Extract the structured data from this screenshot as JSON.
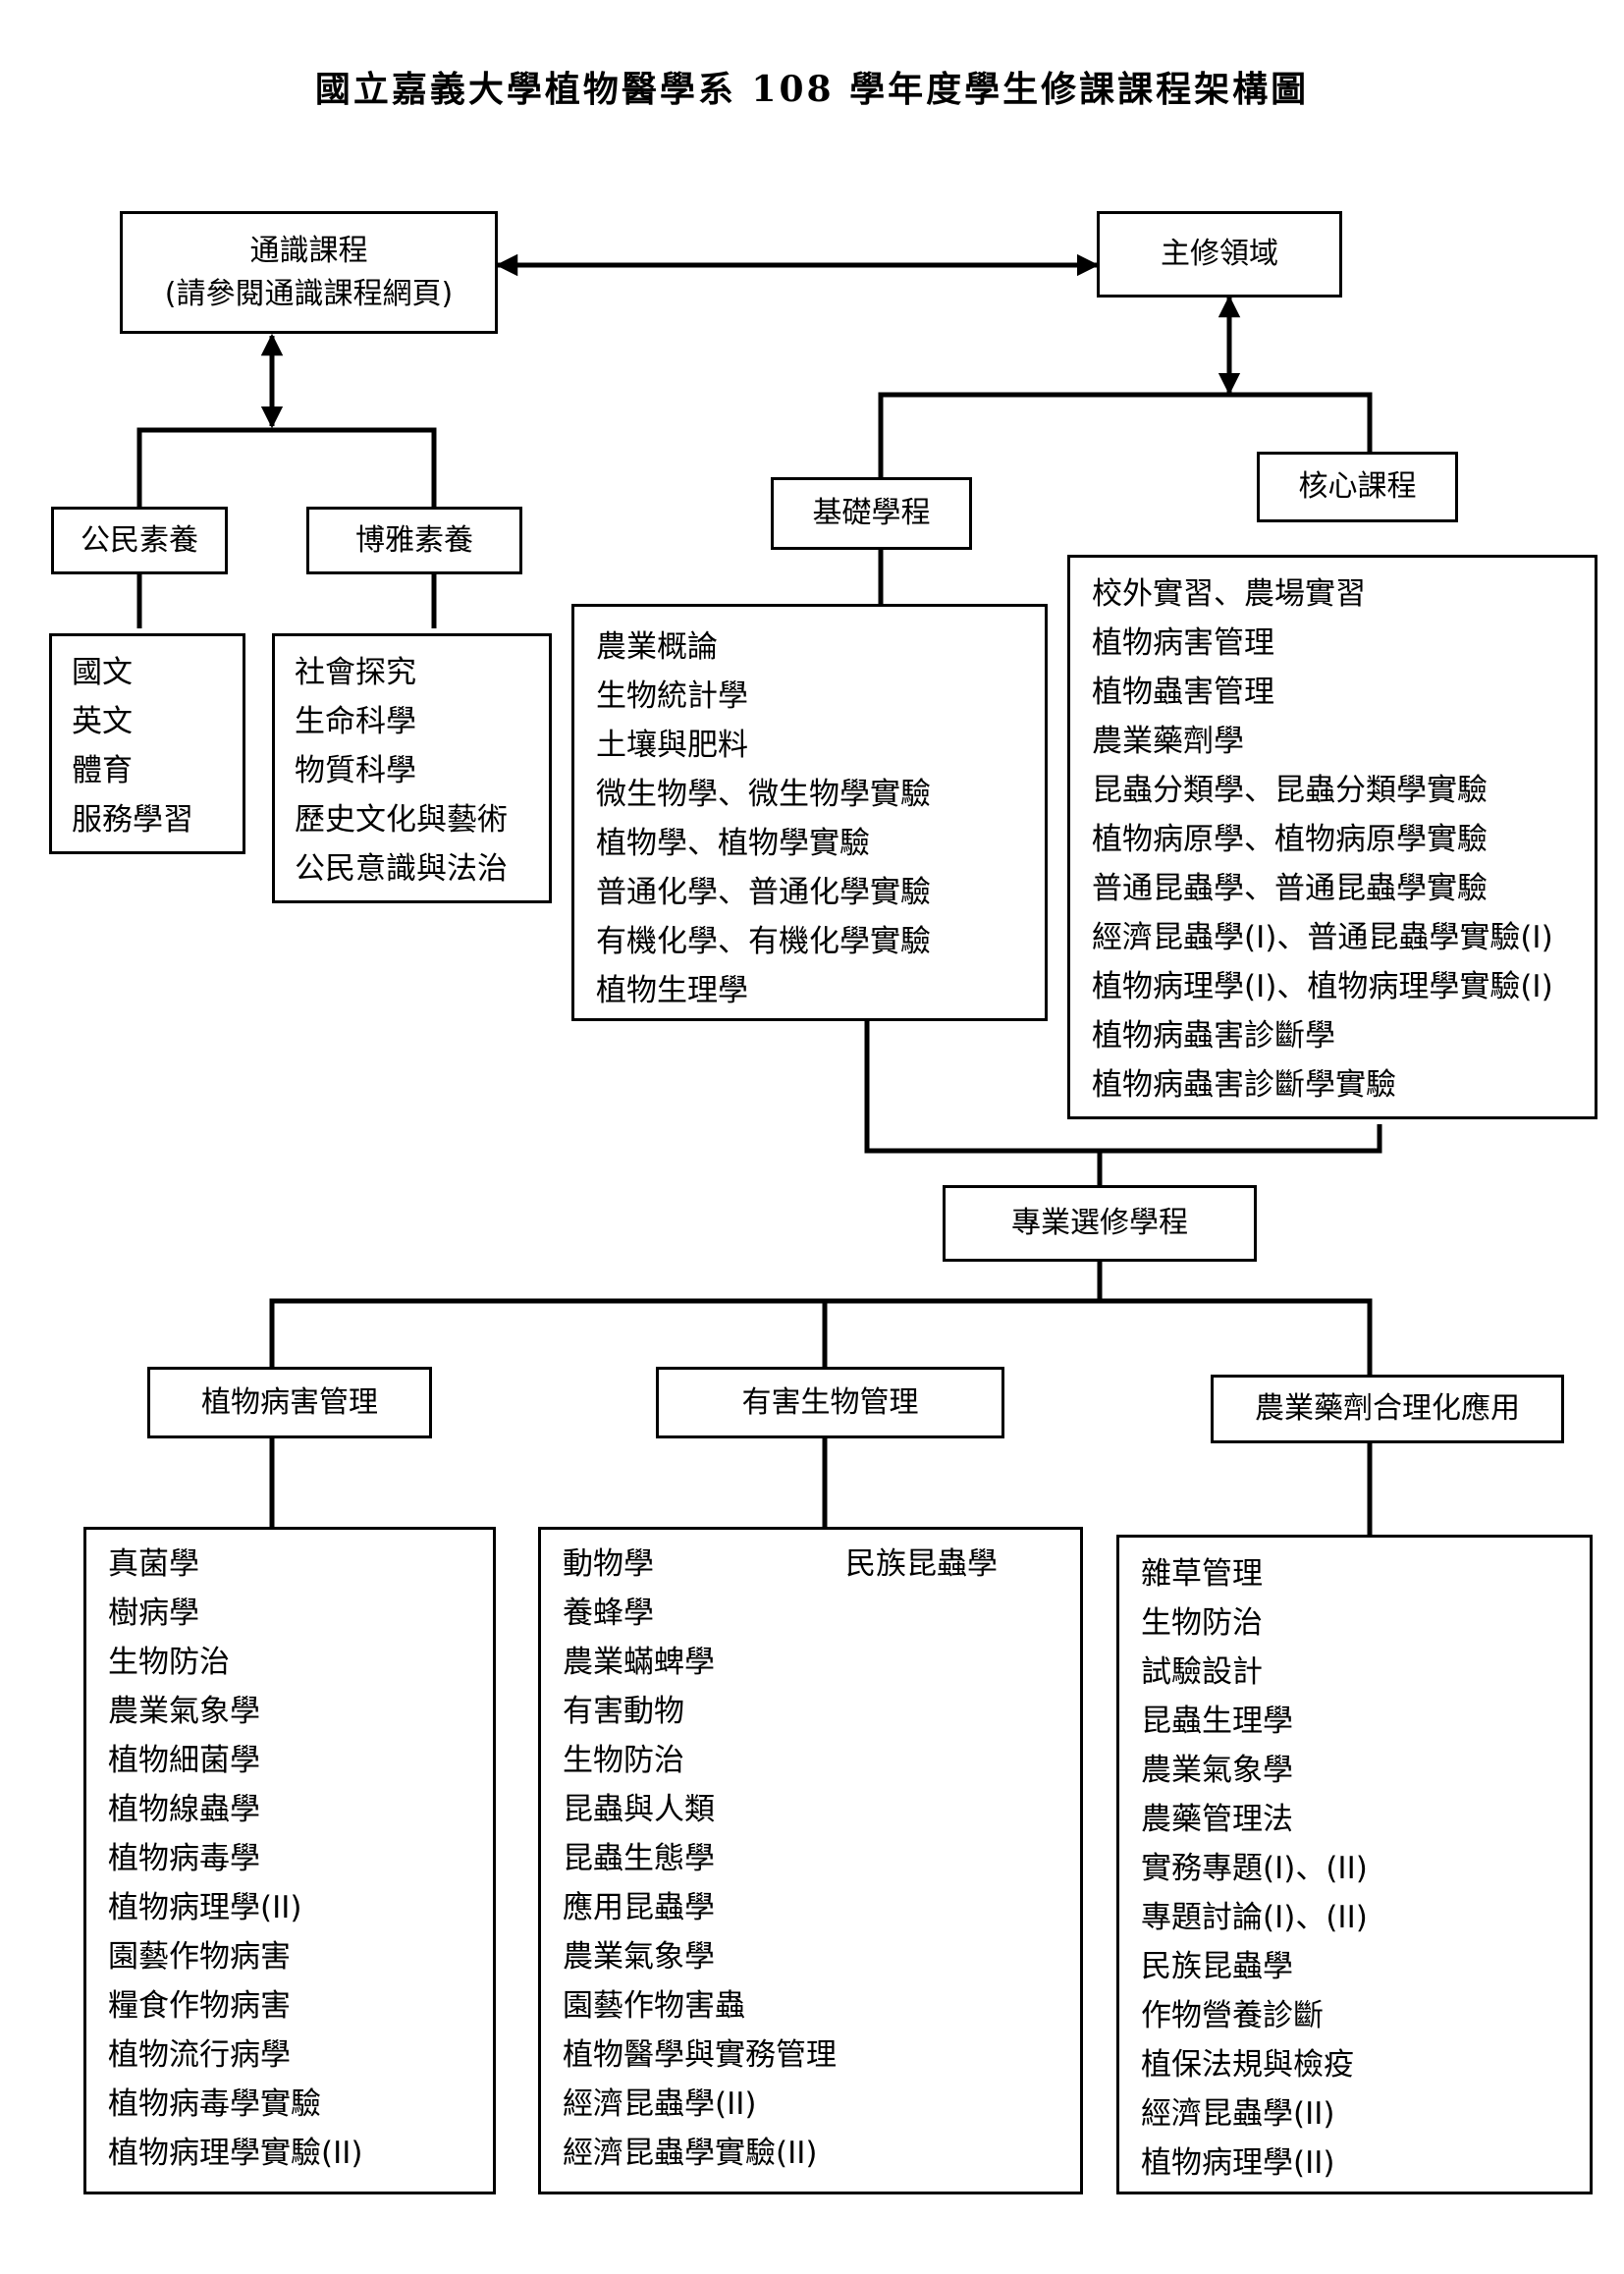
{
  "title": "國立嘉義大學植物醫學系 108 學年度學生修課課程架構圖",
  "general_education": {
    "title": "通識課程",
    "subtitle": "(請參閱通識課程網頁)",
    "civic": {
      "title": "公民素養",
      "items": [
        "國文",
        "英文",
        "體育",
        "服務學習"
      ]
    },
    "liberal": {
      "title": "博雅素養",
      "items": [
        "社會探究",
        "生命科學",
        "物質科學",
        "歷史文化與藝術",
        "公民意識與法治"
      ]
    }
  },
  "major": {
    "title": "主修領域",
    "foundation": {
      "title": "基礎學程",
      "items": [
        "農業概論",
        "生物統計學",
        "土壤與肥料",
        "微生物學、微生物學實驗",
        "植物學、植物學實驗",
        "普通化學、普通化學實驗",
        "有機化學、有機化學實驗",
        "植物生理學"
      ]
    },
    "core": {
      "title": "核心課程",
      "items": [
        "校外實習、農場實習",
        "植物病害管理",
        "植物蟲害管理",
        "農業藥劑學",
        "昆蟲分類學、昆蟲分類學實驗",
        "植物病原學、植物病原學實驗",
        "普通昆蟲學、普通昆蟲學實驗",
        "經濟昆蟲學(I)、普通昆蟲學實驗(I)",
        "植物病理學(I)、植物病理學實驗(I)",
        "植物病蟲害診斷學",
        "植物病蟲害診斷學實驗"
      ]
    }
  },
  "professional_elective": {
    "title": "專業選修學程",
    "disease": {
      "title": "植物病害管理",
      "items": [
        "真菌學",
        "樹病學",
        "生物防治",
        "農業氣象學",
        "植物細菌學",
        "植物線蟲學",
        "植物病毒學",
        "植物病理學(II)",
        "園藝作物病害",
        "糧食作物病害",
        "植物流行病學",
        "植物病毒學實驗",
        "植物病理學實驗(II)"
      ]
    },
    "pest": {
      "title": "有害生物管理",
      "items": [
        "動物學",
        "養蜂學",
        "農業蟎蜱學",
        "有害動物",
        "生物防治",
        "昆蟲與人類",
        "昆蟲生態學",
        "應用昆蟲學",
        "農業氣象學",
        "園藝作物害蟲",
        "植物醫學與實務管理",
        "經濟昆蟲學(II)",
        "經濟昆蟲學實驗(II)"
      ],
      "extra_item": "民族昆蟲學"
    },
    "pesticide": {
      "title": "農業藥劑合理化應用",
      "items": [
        "雜草管理",
        "生物防治",
        "試驗設計",
        "昆蟲生理學",
        "農業氣象學",
        "農藥管理法",
        "實務專題(I)、(II)",
        "專題討論(I)、(II)",
        "民族昆蟲學",
        "作物營養診斷",
        "植保法規與檢疫",
        "經濟昆蟲學(II)",
        "植物病理學(II)"
      ]
    }
  }
}
